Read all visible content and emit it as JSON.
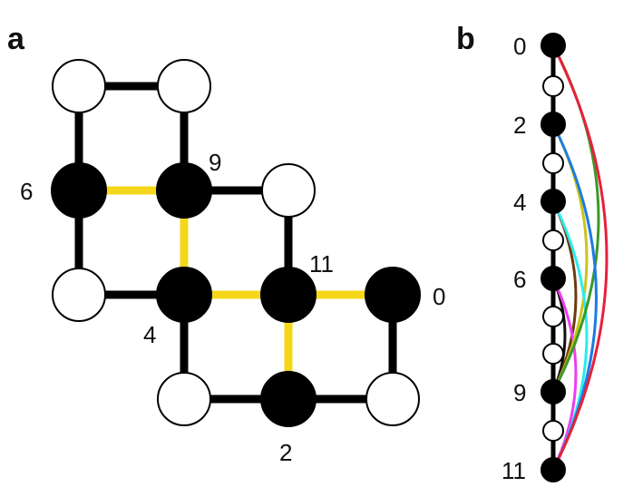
{
  "panels": {
    "left": "a",
    "right": "b"
  },
  "colors": {
    "ink": "#000000",
    "empty_node": "#ffffff",
    "link": "#f5d71a",
    "arcs": {
      "0-11": "#e8203c",
      "0-9": "#3a9a26",
      "2-11": "#1e7be0",
      "2-9": "#c9c41c",
      "4-11": "#2cecec",
      "4-9": "#6b3a10",
      "6-11": "#ee3cf0",
      "6-9": "#111111"
    }
  },
  "graph": {
    "node_labels": {
      "n6": "6",
      "n9": "9",
      "n4": "4",
      "n11": "11",
      "n0": "0",
      "n2": "2"
    }
  },
  "chain": {
    "labels": [
      "0",
      "2",
      "4",
      "6",
      "9",
      "11"
    ]
  }
}
